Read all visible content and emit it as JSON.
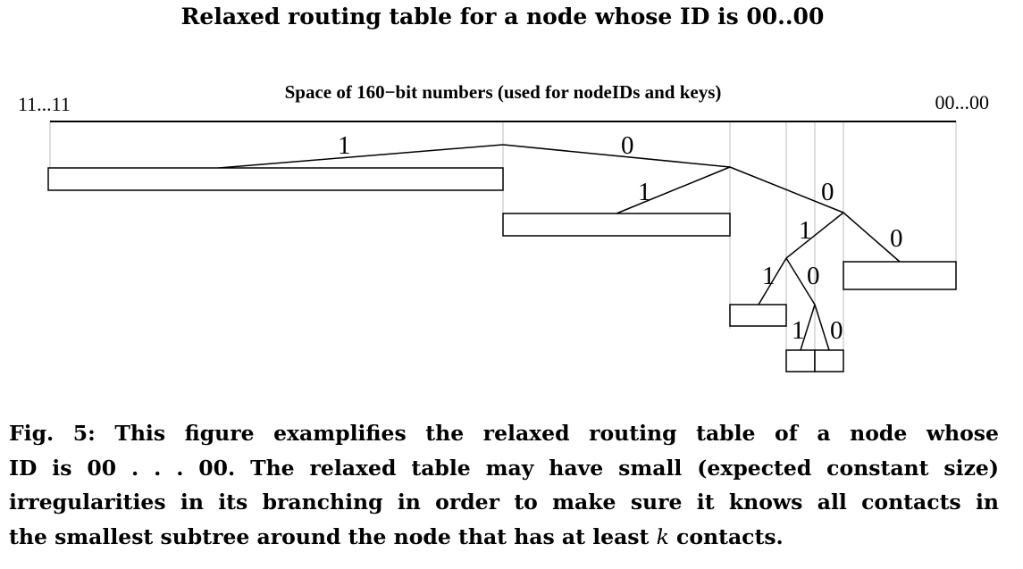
{
  "title": "Relaxed routing table for a node whose ID is 00..00",
  "space_label": "Space of 160−bit numbers (used for nodeIDs and keys)",
  "left_end_label": "11...11",
  "right_end_label": "00...00",
  "branch_labels": {
    "root_1": "1",
    "root_0": "0",
    "l2_1": "1",
    "l2_0": "0",
    "l3_1": "1",
    "l3_0": "0",
    "l4_1": "1",
    "l4_0": "0",
    "l5_1": "1",
    "l5_0": "0"
  },
  "caption": {
    "line1": "Fig. 5: This figure examplifies the relaxed routing table of a node whose",
    "line2": "ID is 00 . . . 00. The relaxed table may have small (expected constant size)",
    "line3": "irregularities in its branching in order to make sure it knows all contacts in",
    "line4_pre": "the smallest subtree around the node that has at least",
    "line4_var": "k",
    "line4_post": "contacts."
  }
}
